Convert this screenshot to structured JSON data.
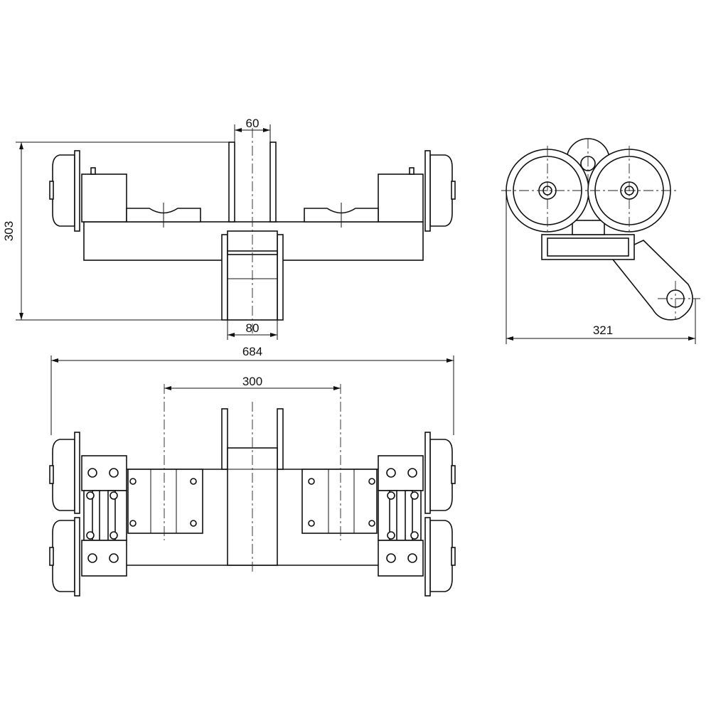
{
  "drawing": {
    "dimensions": {
      "height": "303",
      "top_plate_width": "60",
      "bottom_bracket_width": "80",
      "overall_width": "684",
      "bolt_span": "300",
      "side_width": "321"
    },
    "line_color": "#111111",
    "background": "#ffffff"
  }
}
